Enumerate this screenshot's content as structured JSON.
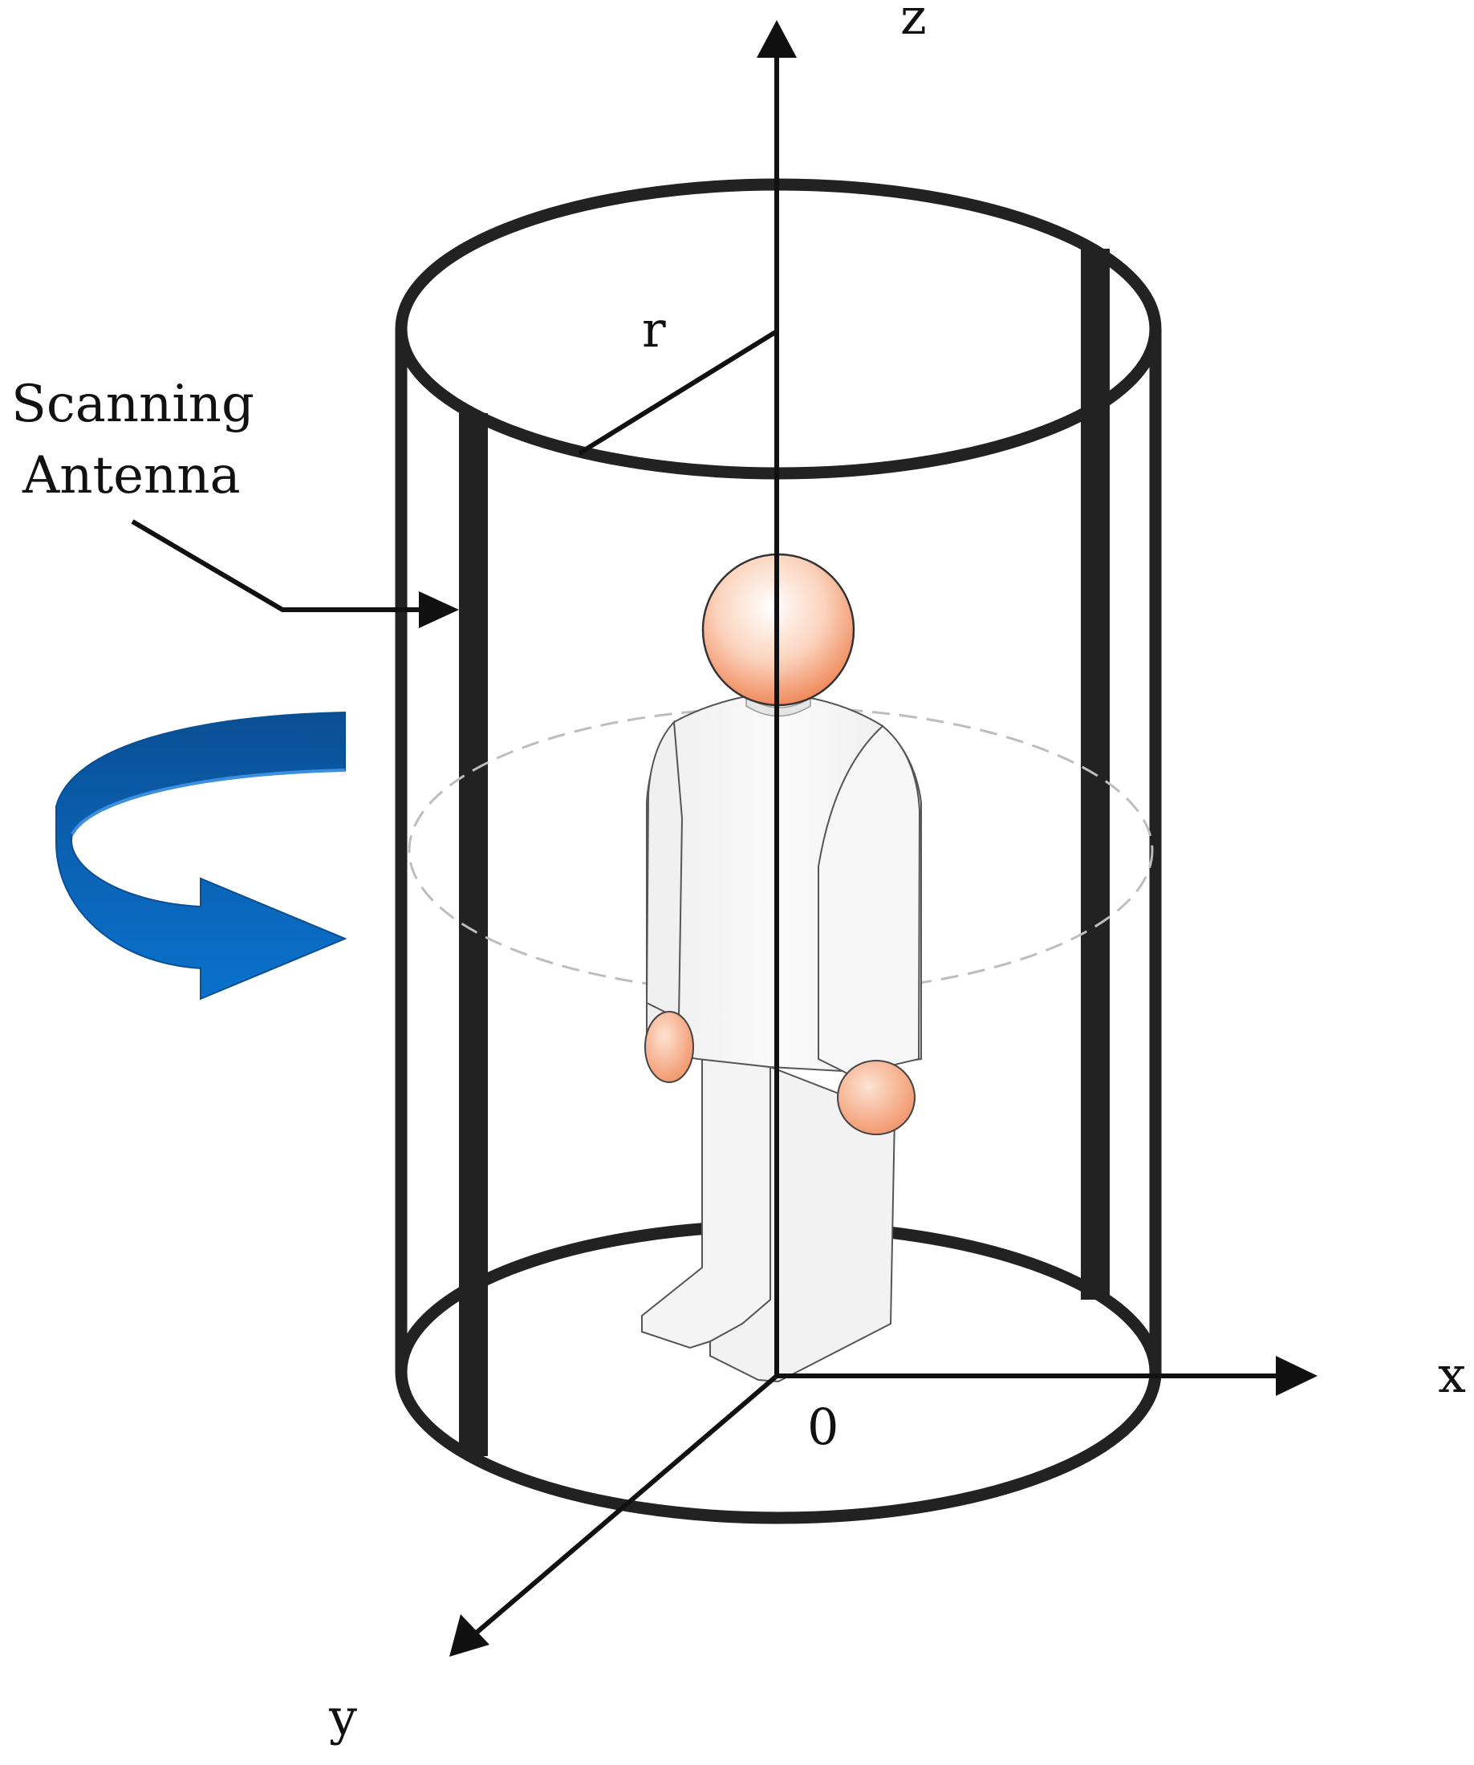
{
  "labels": {
    "z_axis": "z",
    "x_axis": "x",
    "y_axis": "y",
    "origin": "0",
    "radius": "r",
    "antenna_line1": "Scanning",
    "antenna_line2": "Antenna"
  },
  "colors": {
    "frame": "#222222",
    "arrow_blue_light": "#0a6fc6",
    "arrow_blue_dark": "#0a4f94",
    "skin": "#f4a47e",
    "suit": "#f2f2f2",
    "scan_ring": "#bdbdbd"
  },
  "icons": {
    "rotation": "curved-rotation-arrow-icon",
    "person": "standing-person-icon"
  }
}
